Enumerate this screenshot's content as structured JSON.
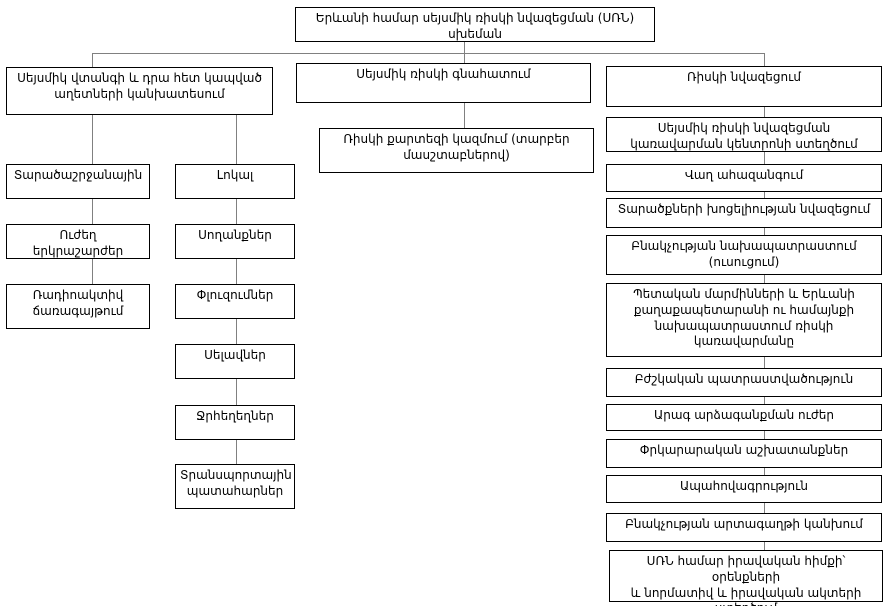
{
  "colors": {
    "box_border": "#000000",
    "connector": "#808080",
    "background": "#ffffff"
  },
  "diagram": {
    "title": "Երևանի համար սեյսմիկ ռիսկի նվազեցման (ՍՌՆ)\nսխեման",
    "forecast_branch": {
      "header": "Սեյսմիկ վտանգի և դրա հետ կապված\nաղետների կանխատեսում",
      "regional": {
        "header": "Տարածաշրջանային",
        "strong_earthquakes": "Ուժեղ\nերկրաշարժեր",
        "radioactive_radiation": "Ռադիոակտիվ\nճառագայթում"
      },
      "local": {
        "header": "Լոկալ",
        "landslides": "Սողանքներ",
        "collapses": "Փլուզումներ",
        "mudflows": "Սելավներ",
        "floods": "Ջրհեղեղներ",
        "transport_accidents": "Տրանսպորտային\nպատահարներ"
      }
    },
    "assessment_branch": {
      "header": "Սեյսմիկ ռիսկի գնահատում",
      "risk_map": "Ռիսկի քարտեզի կազմում (տարբեր\nմասշտաբներով)"
    },
    "reduction_branch": {
      "header": "Ռիսկի նվազեցում",
      "management_center": "Սեյսմիկ ռիսկի նվազեցման\nկառավարման կենտրոնի ստեղծում",
      "early_warning": "Վաղ ահազանգում",
      "vulnerability_reduction": "Տարածքների խոցելիության նվազեցում",
      "population_training": "Բնակչության նախապատրաստում\n(ուսուցում)",
      "state_bodies_preparation": "Պետական մարմինների և Երևանի\nքաղաքապետարանի ու համայնքի\nնախապատրաստում ռիսկի\nկառավարմանը",
      "medical_preparedness": "Բժշկական պատրաստվածություն",
      "rapid_response_forces": "Արագ արձագանքման ուժեր",
      "rescue_works": "Փրկարարական աշխատանքներ",
      "insurance": "Ապահովագրություն",
      "emigration_prevention": "Բնակչության արտագաղթի կանխում",
      "legal_basis": "ՍՌՆ համար իրավական հիմքի՝ օրենքների\nև նորմատիվ և իրավական ակտերի\nստեղծում"
    }
  }
}
